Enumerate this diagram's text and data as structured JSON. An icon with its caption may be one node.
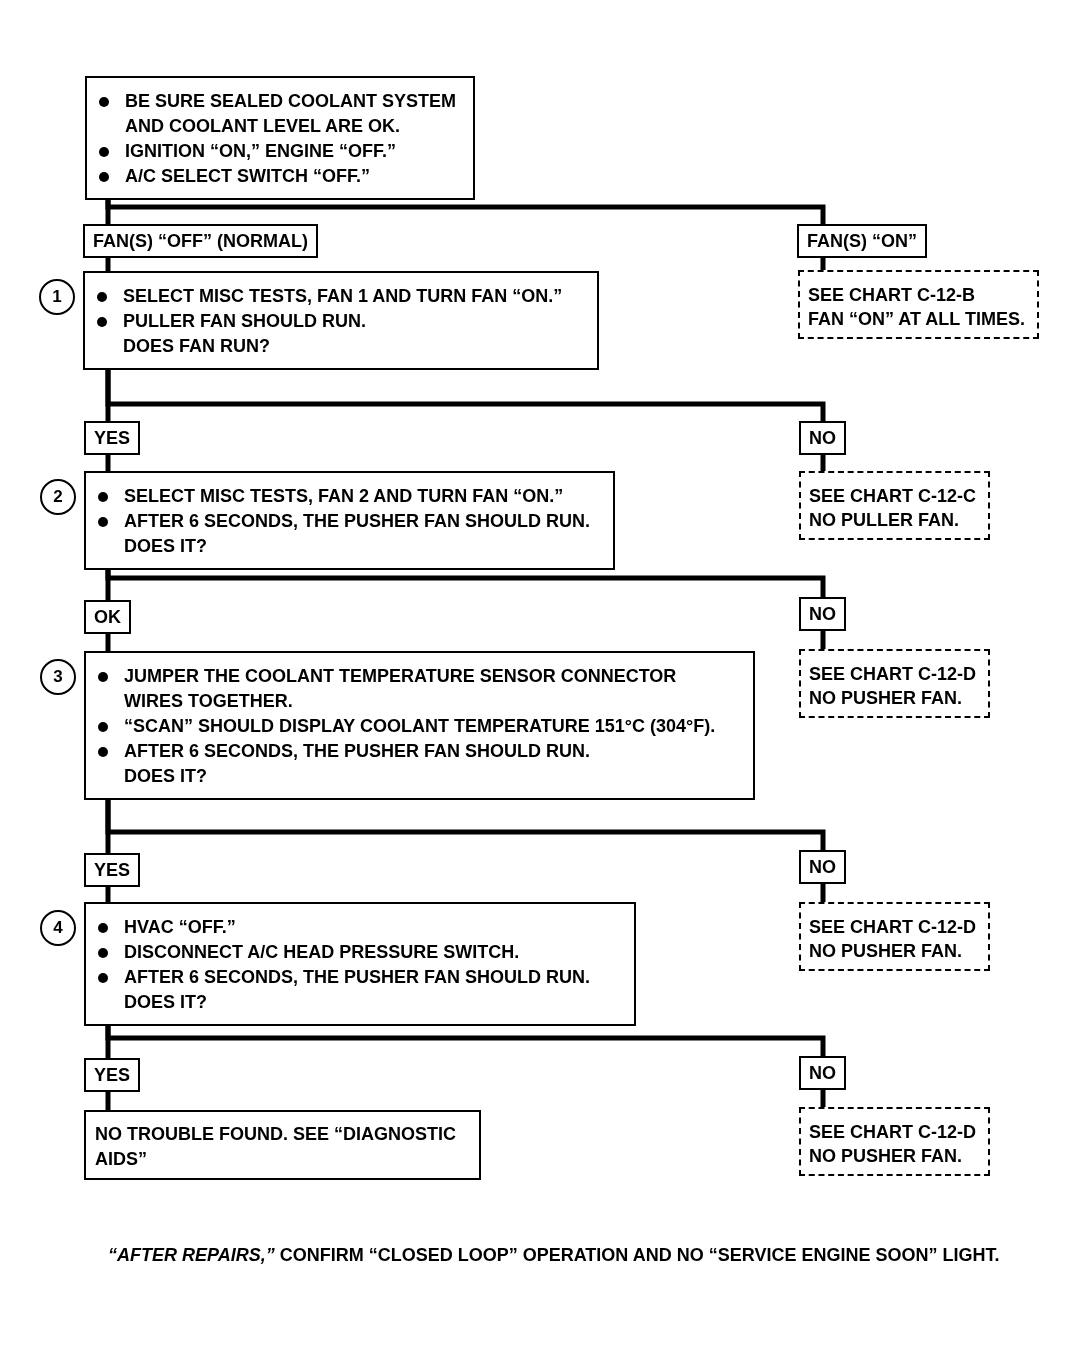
{
  "diagram": {
    "nodes": [
      {
        "text": [
          "BE SURE SEALED COOLANT SYSTEM AND COOLANT LEVEL ARE OK.",
          "IGNITION “ON,” ENGINE “OFF.”",
          "A/C SELECT SWITCH “OFF.”"
        ]
      },
      {
        "text": [
          "FAN(S) “OFF” (NORMAL)"
        ]
      },
      {
        "text": [
          "FAN(S) “ON”"
        ]
      },
      {
        "text": [
          "SELECT MISC TESTS, FAN 1 AND TURN FAN “ON.”",
          "PULLER FAN SHOULD RUN.",
          "DOES FAN RUN?"
        ],
        "beside": [
          "1"
        ]
      },
      {
        "text": [
          "SEE CHART C-12-B",
          "FAN “ON” AT ALL TIMES."
        ]
      },
      {
        "text": [
          "YES"
        ]
      },
      {
        "text": [
          "NO"
        ]
      },
      {
        "text": [
          "SELECT MISC TESTS, FAN 2 AND TURN FAN “ON.”",
          "AFTER 6 SECONDS, THE PUSHER FAN SHOULD RUN.",
          "DOES IT?"
        ],
        "beside": [
          "2"
        ]
      },
      {
        "text": [
          "SEE CHART C-12-C",
          "NO PULLER FAN."
        ]
      },
      {
        "text": [
          "OK"
        ]
      },
      {
        "text": [
          "NO"
        ]
      },
      {
        "text": [
          "JUMPER THE COOLANT TEMPERATURE SENSOR CONNECTOR WIRES TOGETHER.",
          "“SCAN” SHOULD DISPLAY COOLANT TEMPERATURE 151°C (304°F).",
          "AFTER 6 SECONDS, THE PUSHER FAN SHOULD RUN.",
          "DOES IT?"
        ],
        "beside": [
          "3"
        ]
      },
      {
        "text": [
          "SEE CHART C-12-D",
          "NO PUSHER FAN."
        ]
      },
      {
        "text": [
          "YES"
        ]
      },
      {
        "text": [
          "NO"
        ]
      },
      {
        "text": [
          "HVAC “OFF.”",
          "DISCONNECT A/C HEAD PRESSURE SWITCH.",
          "AFTER 6 SECONDS, THE PUSHER FAN SHOULD RUN.",
          "DOES IT?"
        ],
        "beside": [
          "4"
        ]
      },
      {
        "text": [
          "SEE CHART C-12-D",
          "NO PUSHER FAN."
        ]
      },
      {
        "text": [
          "YES"
        ]
      },
      {
        "text": [
          "NO"
        ]
      },
      {
        "text": [
          "NO TROUBLE FOUND. SEE “DIAGNOSTIC AIDS”"
        ]
      },
      {
        "text": [
          "SEE CHART C-12-D",
          "NO PUSHER FAN."
        ]
      }
    ],
    "edges": [
      {
        "from": 0,
        "to": 1,
        "arrow": "none"
      },
      {
        "from": 0,
        "to": 2,
        "arrow": "none"
      },
      {
        "from": 1,
        "to": 3,
        "arrow": "none"
      },
      {
        "from": 2,
        "to": 4,
        "arrow": "none"
      },
      {
        "from": 3,
        "to": 5,
        "arrow": "none"
      },
      {
        "from": 3,
        "to": 6,
        "arrow": "none"
      },
      {
        "from": 5,
        "to": 7,
        "arrow": "none"
      },
      {
        "from": 6,
        "to": 8,
        "arrow": "none"
      },
      {
        "from": 7,
        "to": 9,
        "arrow": "none"
      },
      {
        "from": 7,
        "to": 10,
        "arrow": "none"
      },
      {
        "from": 9,
        "to": 11,
        "arrow": "none"
      },
      {
        "from": 10,
        "to": 12,
        "arrow": "none"
      },
      {
        "from": 11,
        "to": 13,
        "arrow": "none"
      },
      {
        "from": 11,
        "to": 14,
        "arrow": "none"
      },
      {
        "from": 13,
        "to": 15,
        "arrow": "none"
      },
      {
        "from": 14,
        "to": 16,
        "arrow": "none"
      },
      {
        "from": 15,
        "to": 17,
        "arrow": "none"
      },
      {
        "from": 15,
        "to": 18,
        "arrow": "none"
      },
      {
        "from": 17,
        "to": 19,
        "arrow": "none"
      },
      {
        "from": 18,
        "to": 20,
        "arrow": "none"
      }
    ],
    "labels": [
      "*“AFTER REPAIRS,”* CONFIRM “CLOSED LOOP” OPERATION AND NO “SERVICE ENGINE SOON” LIGHT."
    ]
  }
}
